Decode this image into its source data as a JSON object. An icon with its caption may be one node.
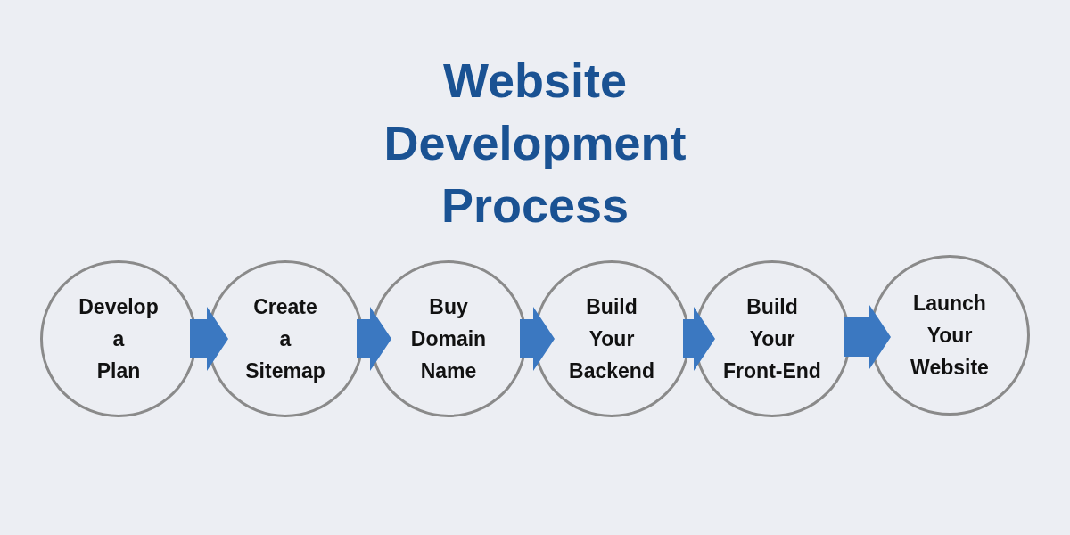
{
  "diagram": {
    "title": "Website Development Process",
    "nodes": [
      {
        "text": [
          "Develop a Plan"
        ]
      },
      {
        "text": [
          "Create a Sitemap"
        ]
      },
      {
        "text": [
          "Buy Domain Name"
        ]
      },
      {
        "text": [
          "Build Your Backend"
        ]
      },
      {
        "text": [
          "Build Your Front-End"
        ]
      },
      {
        "text": [
          "Launch Your Website"
        ]
      }
    ],
    "edges": [
      {
        "from": 0,
        "to": 1,
        "arrow": "to",
        "style": "thick"
      },
      {
        "from": 1,
        "to": 2,
        "arrow": "to",
        "style": "thick"
      },
      {
        "from": 2,
        "to": 3,
        "arrow": "to",
        "style": "thick"
      },
      {
        "from": 3,
        "to": 4,
        "arrow": "to",
        "style": "thick"
      },
      {
        "from": 4,
        "to": 5,
        "arrow": "to",
        "style": "thick"
      }
    ]
  }
}
